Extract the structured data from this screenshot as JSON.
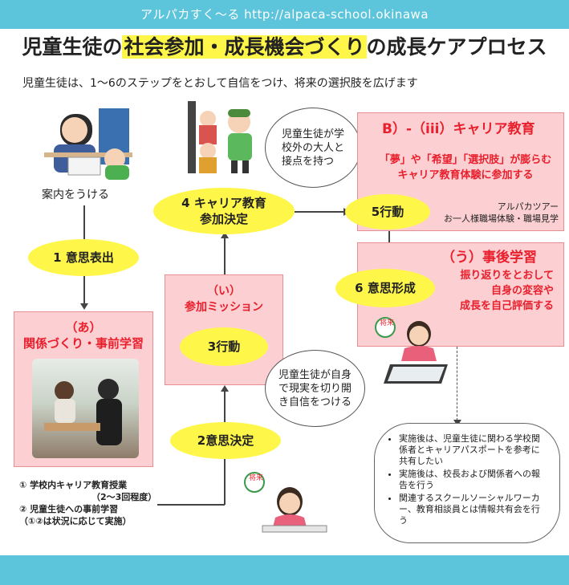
{
  "header": {
    "site": "アルパカすく〜る  http://alpaca-school.okinawa"
  },
  "title": {
    "pre": "児童生徒の",
    "highlight1": "社会参加・成長機会づくり",
    "post": "の成長ケアプロセス"
  },
  "subtitle": "児童生徒は、1〜6のステップをとおして自信をつけ、将来の選択肢を広げます",
  "start_label": "案内をうける",
  "steps": {
    "s1": "1 意思表出",
    "s2": "2意思決定",
    "s3": "3行動",
    "s4_line1": "4 キャリア教育",
    "s4_line2": "参加決定",
    "s5": "5行動",
    "s6": "6 意思形成"
  },
  "box_a": {
    "label1": "（あ）",
    "label2": "関係づくり・事前学習",
    "notes": [
      "① 学校内キャリア教育授業",
      "（2〜3回程度）",
      "② 児童生徒への事前学習",
      "（①②は状況に応じて実施）"
    ]
  },
  "box_i": {
    "label1": "（い）",
    "label2": "参加ミッション"
  },
  "box_b": {
    "label": "B）-（iii）キャリア教育",
    "line1": "「夢」や「希望」「選択肢」が膨らむ",
    "line2": "キャリア教育体験に参加する",
    "small1": "アルパカツアー",
    "small2": "お一人様職場体験・職場見学"
  },
  "box_u": {
    "label": "（う）事後学習",
    "line1": "振り返りをとおして",
    "line2": "自身の変容や",
    "line3": "成長を自己評価する"
  },
  "bubble1": {
    "line1": "児童生徒が学",
    "line2": "校外の大人と",
    "line3": "接点を持つ"
  },
  "bubble2": {
    "line1": "児童生徒が自身",
    "line2": "で現実を切り開",
    "line3": "き自信をつける"
  },
  "cloud": {
    "items": [
      "実施後は、児童生徒に関わる学校関係者とキャリアパスポートを参考に共有したい",
      "実施後は、校長および関係者への報告を行う",
      "関連するスクールソーシャルワーカー、教育相談員とは情報共有会を行う"
    ]
  },
  "icons": {
    "future_badge": "将来"
  },
  "colors": {
    "bar": "#5cc4db",
    "pink": "#fcd0d2",
    "yellow": "#fff64a",
    "red": "#e8202d"
  }
}
